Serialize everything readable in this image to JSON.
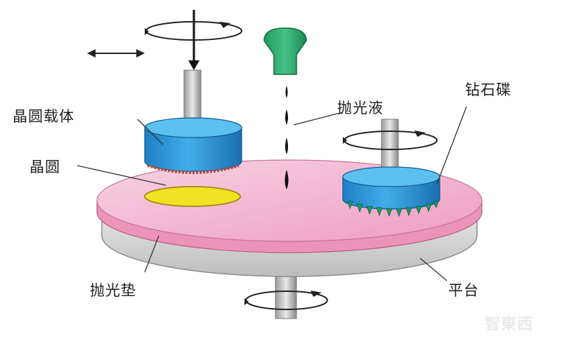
{
  "labels": {
    "wafer_carrier": "晶圆载体",
    "wafer": "晶圆",
    "slurry": "抛光液",
    "diamond_disk": "钻石碟",
    "polishing_pad": "抛光垫",
    "platen": "平台"
  },
  "watermark": "智東西",
  "colors": {
    "platen": "#d9d9d9",
    "polishing_pad": "#f2a8c8",
    "carrier": "#2f95d6",
    "wafer": "#f0e020",
    "nozzle": "#2aa86a",
    "diamond": "#2f9b6e"
  }
}
